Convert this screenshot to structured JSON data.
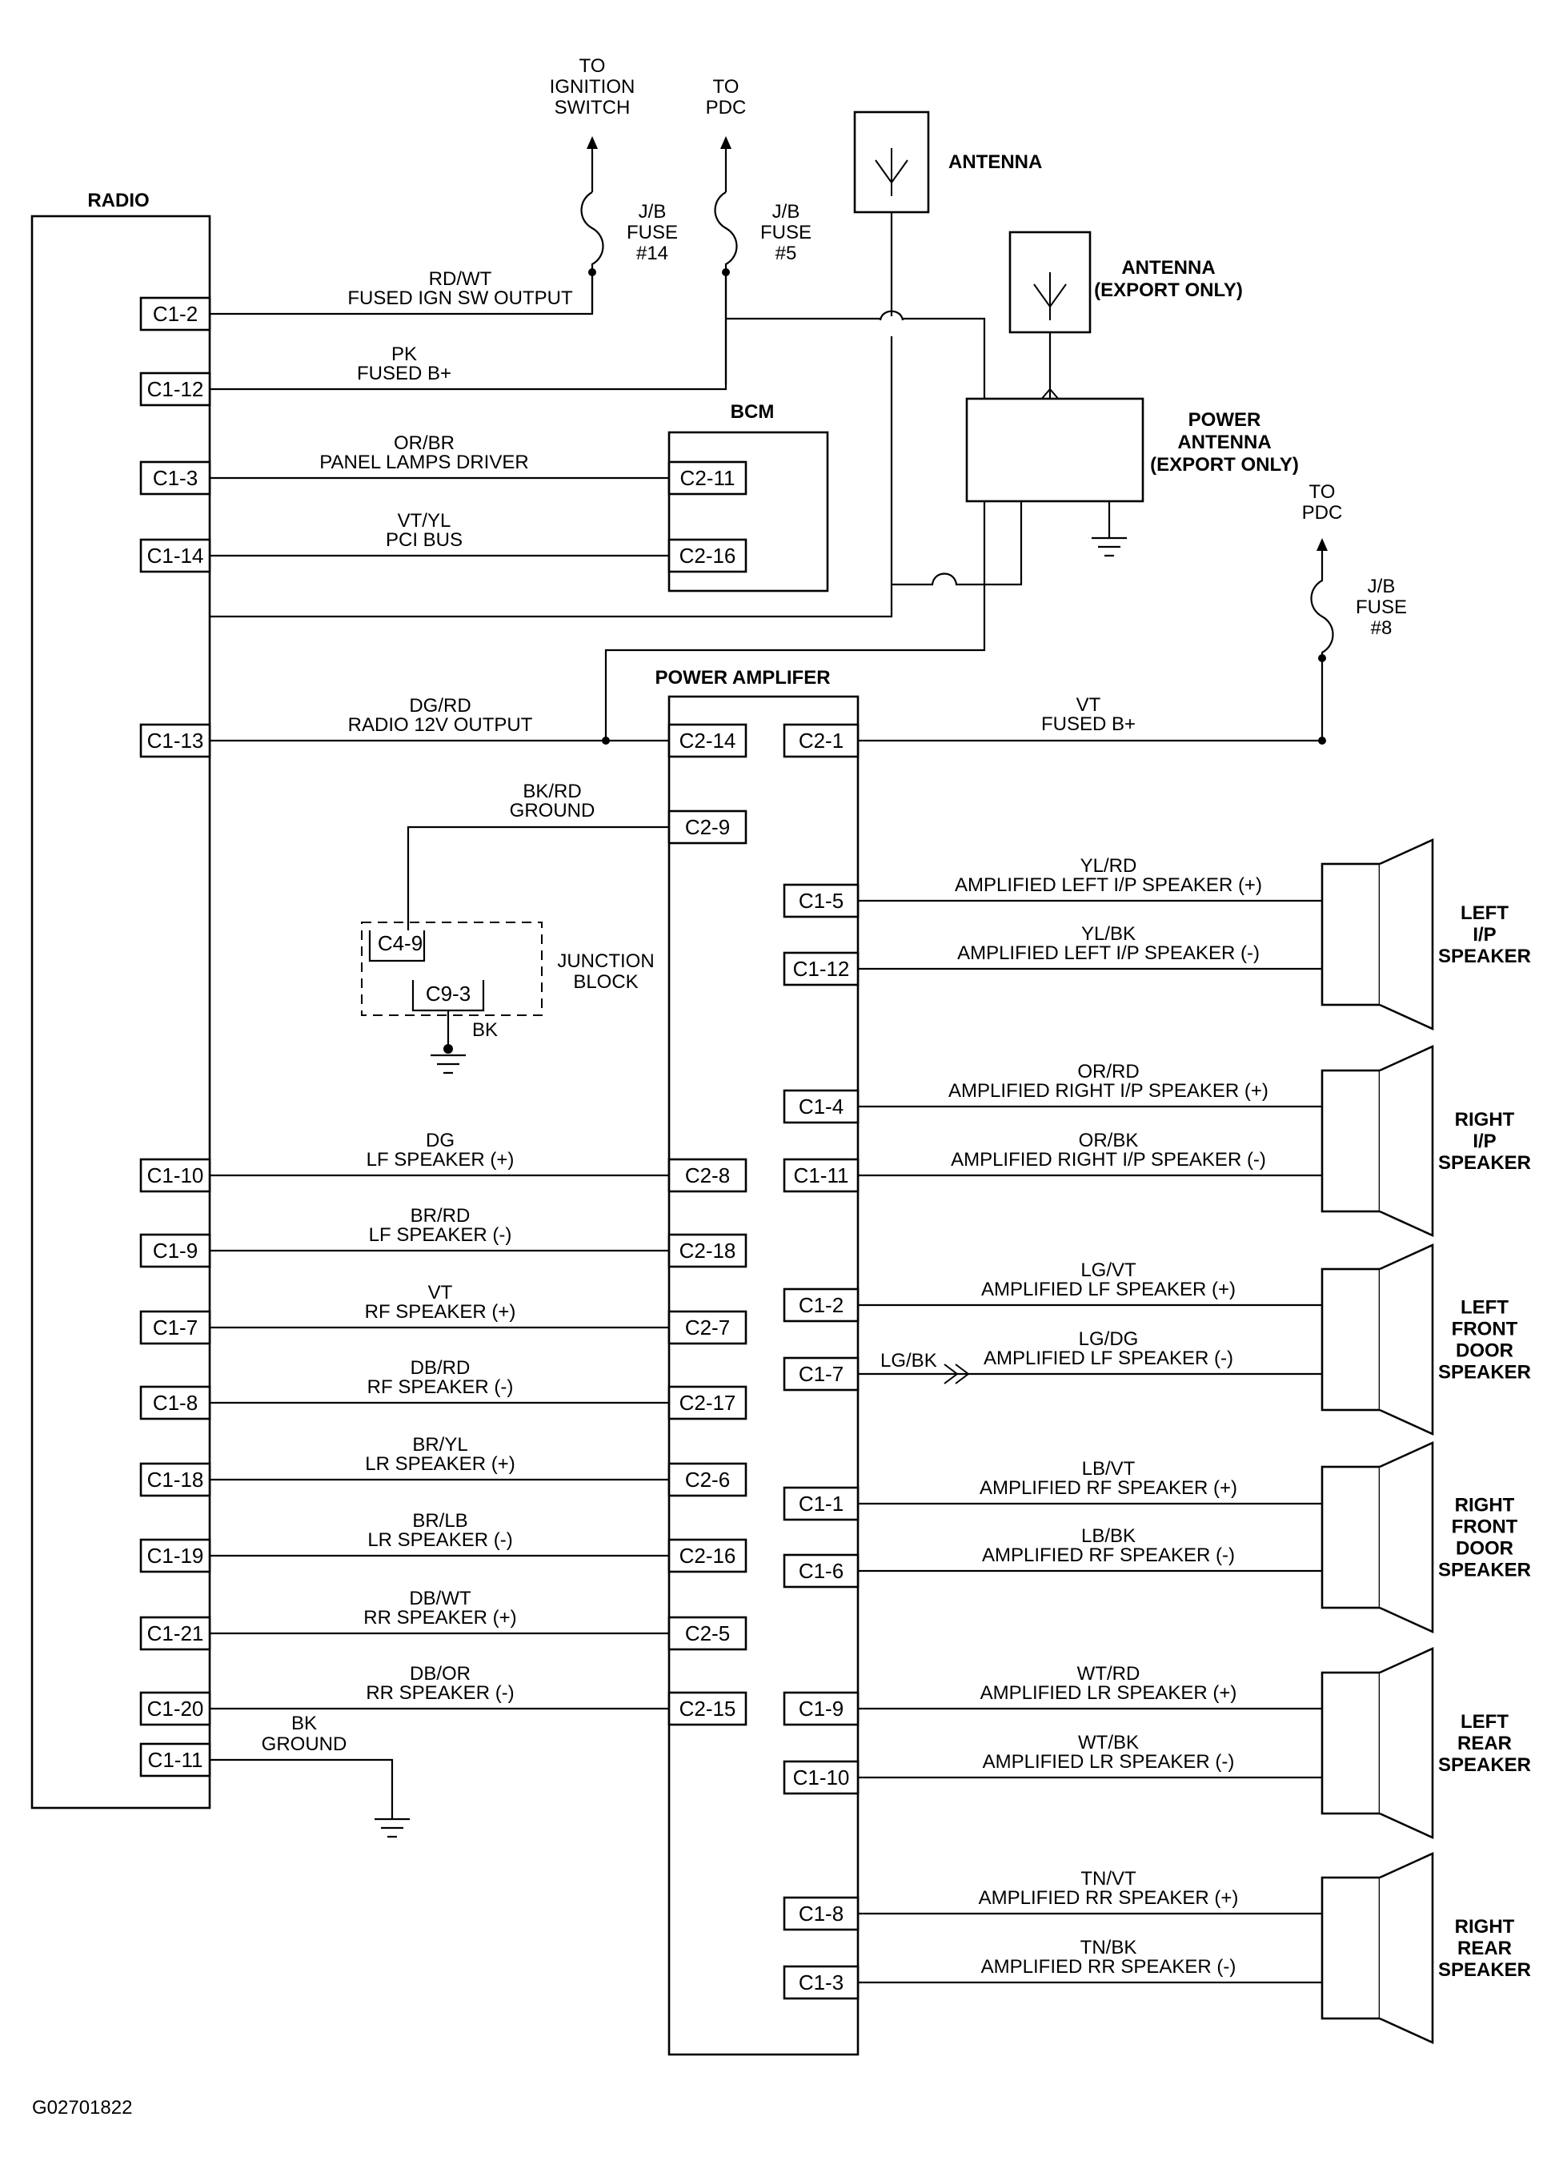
{
  "radio": {
    "title": "RADIO",
    "pins": [
      "C1-2",
      "C1-12",
      "C1-3",
      "C1-14",
      "C1-13",
      "C1-10",
      "C1-9",
      "C1-7",
      "C1-8",
      "C1-18",
      "C1-19",
      "C1-21",
      "C1-20",
      "C1-11"
    ]
  },
  "top_labels": {
    "ignition": [
      "TO",
      "IGNITION",
      "SWITCH"
    ],
    "pdc_top": [
      "TO",
      "PDC"
    ],
    "fuse14": [
      "J/B",
      "FUSE",
      "#14"
    ],
    "fuse5": [
      "J/B",
      "FUSE",
      "#5"
    ],
    "antenna": "ANTENNA",
    "antenna_export": [
      "ANTENNA",
      "(EXPORT ONLY)"
    ],
    "power_antenna": [
      "POWER",
      "ANTENNA",
      "(EXPORT ONLY)"
    ],
    "pdc_right": [
      "TO",
      "PDC"
    ],
    "fuse8": [
      "J/B",
      "FUSE",
      "#8"
    ]
  },
  "wires_upper": [
    {
      "color": "RD/WT",
      "desc": "FUSED IGN SW OUTPUT"
    },
    {
      "color": "PK",
      "desc": "FUSED B+"
    },
    {
      "color": "OR/BR",
      "desc": "PANEL LAMPS DRIVER"
    },
    {
      "color": "VT/YL",
      "desc": "PCI BUS"
    },
    {
      "color": "DG/RD",
      "desc": "RADIO 12V OUTPUT"
    }
  ],
  "bcm": {
    "title": "BCM",
    "pins": [
      "C2-11",
      "C2-16"
    ]
  },
  "amplifier": {
    "title": "POWER AMPLIFER",
    "left_pins": [
      "C2-14",
      "C2-9",
      "C2-8",
      "C2-18",
      "C2-7",
      "C2-17",
      "C2-6",
      "C2-16",
      "C2-5",
      "C2-15"
    ],
    "right_pins": [
      "C2-1",
      "C1-5",
      "C1-12",
      "C1-4",
      "C1-11",
      "C1-2",
      "C1-7",
      "C1-1",
      "C1-6",
      "C1-9",
      "C1-10",
      "C1-8",
      "C1-3"
    ]
  },
  "vt_fused": {
    "color": "VT",
    "desc": "FUSED B+"
  },
  "amp_ground": {
    "color": "BK/RD",
    "desc": "GROUND"
  },
  "junction_block": {
    "title": [
      "JUNCTION",
      "BLOCK"
    ],
    "pins": [
      "C4-9",
      "C9-3"
    ],
    "ground_color": "BK"
  },
  "speaker_wires_radio": [
    {
      "color": "DG",
      "desc": "LF SPEAKER (+)"
    },
    {
      "color": "BR/RD",
      "desc": "LF SPEAKER (-)"
    },
    {
      "color": "VT",
      "desc": "RF SPEAKER (+)"
    },
    {
      "color": "DB/RD",
      "desc": "RF SPEAKER (-)"
    },
    {
      "color": "BR/YL",
      "desc": "LR SPEAKER (+)"
    },
    {
      "color": "BR/LB",
      "desc": "LR SPEAKER (-)"
    },
    {
      "color": "DB/WT",
      "desc": "RR SPEAKER (+)"
    },
    {
      "color": "DB/OR",
      "desc": "RR SPEAKER (-)"
    }
  ],
  "radio_ground": {
    "color": "BK",
    "desc": "GROUND"
  },
  "amplified_wires": [
    {
      "color": "YL/RD",
      "desc": "AMPLIFIED LEFT I/P SPEAKER (+)"
    },
    {
      "color": "YL/BK",
      "desc": "AMPLIFIED LEFT I/P SPEAKER (-)"
    },
    {
      "color": "OR/RD",
      "desc": "AMPLIFIED RIGHT I/P SPEAKER (+)"
    },
    {
      "color": "OR/BK",
      "desc": "AMPLIFIED RIGHT I/P SPEAKER (-)"
    },
    {
      "color": "LG/VT",
      "desc": "AMPLIFIED LF SPEAKER (+)"
    },
    {
      "color": "LG/DG",
      "desc": "AMPLIFIED LF SPEAKER (-)"
    },
    {
      "color": "LB/VT",
      "desc": "AMPLIFIED RF SPEAKER (+)"
    },
    {
      "color": "LB/BK",
      "desc": "AMPLIFIED RF SPEAKER (-)"
    },
    {
      "color": "WT/RD",
      "desc": "AMPLIFIED LR SPEAKER (+)"
    },
    {
      "color": "WT/BK",
      "desc": "AMPLIFIED LR SPEAKER (-)"
    },
    {
      "color": "TN/VT",
      "desc": "AMPLIFIED RR SPEAKER (+)"
    },
    {
      "color": "TN/BK",
      "desc": "AMPLIFIED RR SPEAKER (-)"
    }
  ],
  "lf_splice_color": "LG/BK",
  "speakers": [
    [
      "LEFT",
      "I/P",
      "SPEAKER"
    ],
    [
      "RIGHT",
      "I/P",
      "SPEAKER"
    ],
    [
      "LEFT",
      "FRONT",
      "DOOR",
      "SPEAKER"
    ],
    [
      "RIGHT",
      "FRONT",
      "DOOR",
      "SPEAKER"
    ],
    [
      "LEFT",
      "REAR",
      "SPEAKER"
    ],
    [
      "RIGHT",
      "REAR",
      "SPEAKER"
    ]
  ],
  "figure_id": "G02701822"
}
